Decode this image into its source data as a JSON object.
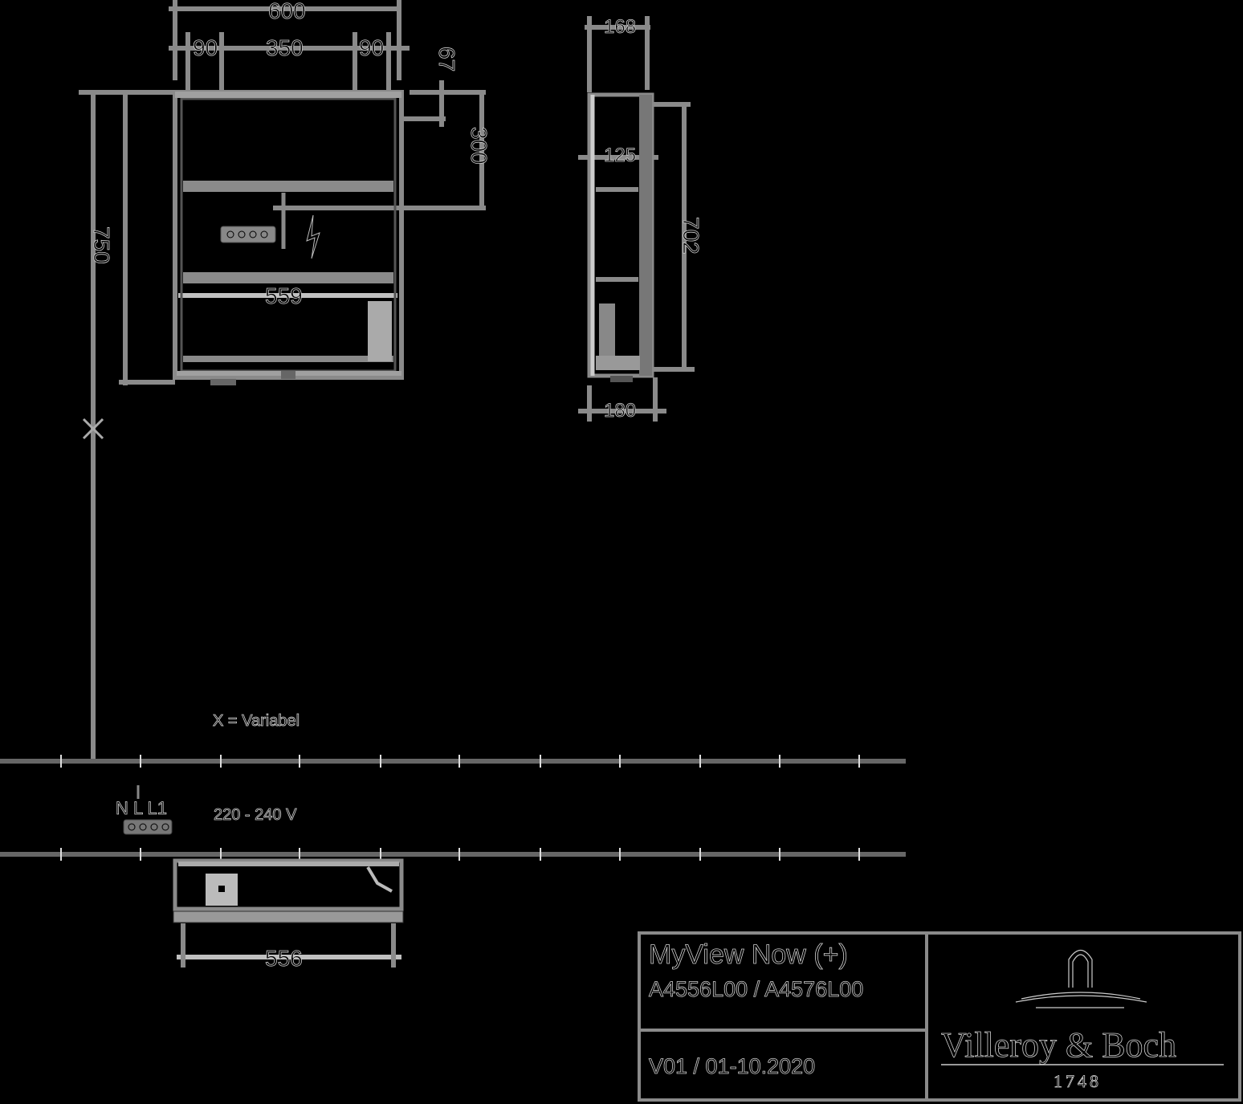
{
  "drawing": {
    "front_view": {
      "width_total": "600",
      "width_left": "90",
      "width_center": "350",
      "width_right": "90",
      "height_total": "750",
      "top_offset": "67",
      "socket_height": "300",
      "inner_width": "559",
      "variable_height_symbol": "X"
    },
    "side_view": {
      "top_depth": "168",
      "inner_depth": "125",
      "inner_height": "702",
      "bottom_depth": "180"
    },
    "bottom_view": {
      "width": "556"
    },
    "notes": {
      "variable_note": "X = Variabel",
      "terminal_label": "N  L L1",
      "voltage": "220 - 240 V"
    }
  },
  "title_block": {
    "product_name": "MyView Now (+)",
    "article_numbers": "A4556L00 / A4576L00",
    "version": "V01 / 01-10.2020",
    "brand": "Villeroy & Boch",
    "brand_year": "1748"
  },
  "colors": {
    "background": "#000000",
    "line": "#8a8a8a",
    "line_light": "#c0c0c0",
    "text": "#000000"
  }
}
